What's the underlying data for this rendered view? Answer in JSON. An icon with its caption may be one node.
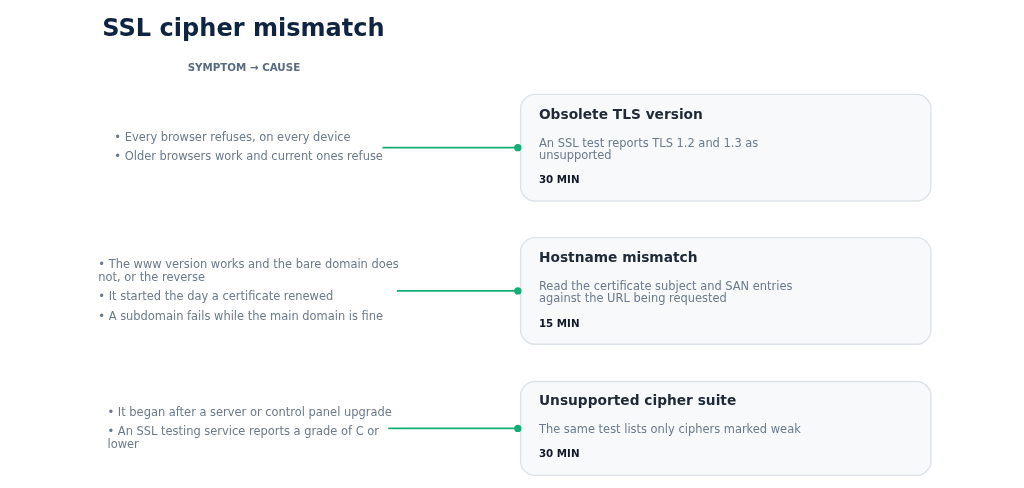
{
  "diagram": {
    "title": "SSL cipher mismatch",
    "nodes": [
      {
        "text": [
          "• Every browser refuses, on every device",
          "• Older browsers work and current ones refuse"
        ]
      },
      {
        "text": [
          "Obsolete TLS version",
          "An SSL test reports TLS 1.2 and 1.3 as unsupported",
          "30 MIN"
        ]
      },
      {
        "text": [
          "• The www version works and the bare domain does not, or the reverse",
          "• It started the day a certificate renewed",
          "• A subdomain fails while the main domain is fine"
        ]
      },
      {
        "text": [
          "Hostname mismatch",
          "Read the certificate subject and SAN entries against the URL being requested",
          "15 MIN"
        ]
      },
      {
        "text": [
          "• It began after a server or control panel upgrade",
          "• An SSL testing service reports a grade of C or lower"
        ]
      },
      {
        "text": [
          "Unsupported cipher suite",
          "The same test lists only ciphers marked weak",
          "30 MIN"
        ]
      }
    ],
    "edges": [
      {
        "from": 0,
        "to": 1,
        "arrow": "other"
      },
      {
        "from": 2,
        "to": 3,
        "arrow": "other"
      },
      {
        "from": 4,
        "to": 5,
        "arrow": "other"
      }
    ],
    "labels": [
      "SYMPTOM → CAUSE"
    ]
  }
}
